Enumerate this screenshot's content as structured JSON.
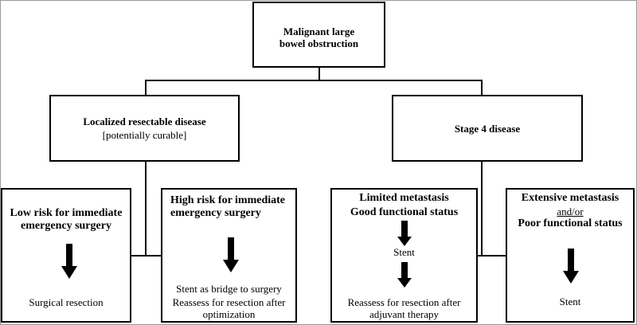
{
  "root": {
    "title": "Malignant large bowel obstruction"
  },
  "left_branch": {
    "title": "Localized resectable disease",
    "subtitle": "[potentially curable]",
    "low_risk": {
      "title": "Low risk for immediate emergency surgery",
      "outcome": "Surgical resection"
    },
    "high_risk": {
      "title": "High risk for immediate emergency surgery",
      "outcome_1": "Stent as bridge to surgery",
      "outcome_2": "Reassess for resection after optimization"
    }
  },
  "right_branch": {
    "title": "Stage 4 disease",
    "limited": {
      "title_1": "Limited metastasis",
      "title_2": "Good functional status",
      "step_1": "Stent",
      "step_2": "Reassess for resection after adjuvant therapy"
    },
    "extensive": {
      "title_1": "Extensive metastasis",
      "conjunction": "and/or",
      "title_2": "Poor functional status",
      "outcome": "Stent"
    }
  },
  "icons": [
    "down-arrow-icon"
  ]
}
